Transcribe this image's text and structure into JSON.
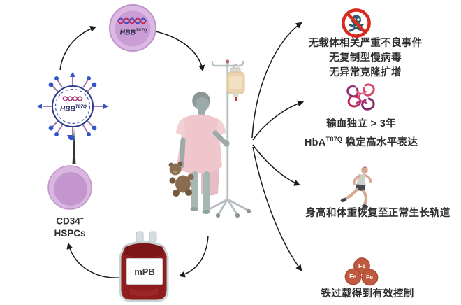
{
  "colors": {
    "arrow": "#1b1b1b",
    "cell_purple_outer": "#dcb9e3",
    "cell_purple_inner": "#cb9dd7",
    "virus_navy": "#2c3a8c",
    "spike_stem_purple": "#9d7cab",
    "spike_tip_blue": "#2f55c8",
    "dna_magenta": "#b8266e",
    "blood_red": "#8f1d1d",
    "gown_pink": "#eec6cc",
    "skin_gray": "#9cabaa",
    "teddy_brown": "#8a6c50",
    "prohibit_red": "#d92b20",
    "skull_teal": "#2d5c6d",
    "hemoglobin_pink": "#d5486b",
    "hemoglobin_purple": "#872a6e",
    "iron_rust": "#bf5a40",
    "text_dark": "#2e2e2e"
  },
  "cycle": {
    "vector": {
      "label_base": "HBB",
      "label_sup": "T87Q"
    },
    "transduced_cell": {
      "label_base": "HBB",
      "label_sup": "T87Q"
    },
    "hspc": {
      "label_line1_base": "CD34",
      "label_line1_sup": "+",
      "label_line2": "HSPCs"
    },
    "blood_bag": {
      "label": "mPB"
    }
  },
  "outcomes": [
    {
      "id": "no-severe-adverse-events",
      "lines": [
        "无载体相关严重不良事件",
        "无复制型慢病毒",
        "无异常克隆扩增"
      ]
    },
    {
      "id": "transfusion-independence",
      "line1": "输血独立 > 3年",
      "line2_base": "HbA",
      "line2_sup": "T87Q",
      "line2_rest": " 稳定高水平表达"
    },
    {
      "id": "normal-growth",
      "line": "身高和体重恢复至正常生长轨道"
    },
    {
      "id": "iron-overload-control",
      "line": "铁过载得到有效控制",
      "fe": "Fe"
    }
  ]
}
